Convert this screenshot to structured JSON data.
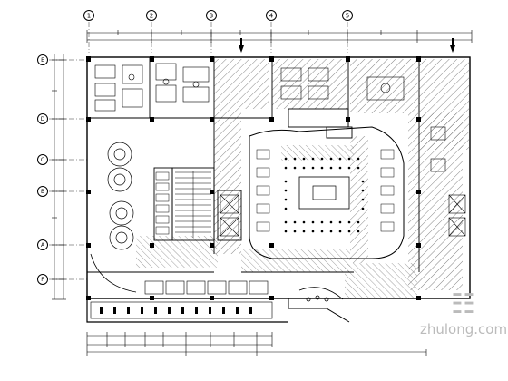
{
  "grid": {
    "columns": [
      "1",
      "2",
      "3",
      "4",
      "5"
    ],
    "rows": [
      "E",
      "D",
      "C",
      "B",
      "A",
      "F"
    ]
  },
  "watermark": {
    "text": "zhulong.com",
    "brand_glyph": "☷"
  },
  "colors": {
    "line": "#000000",
    "hatch": "#555555",
    "background": "#ffffff"
  }
}
